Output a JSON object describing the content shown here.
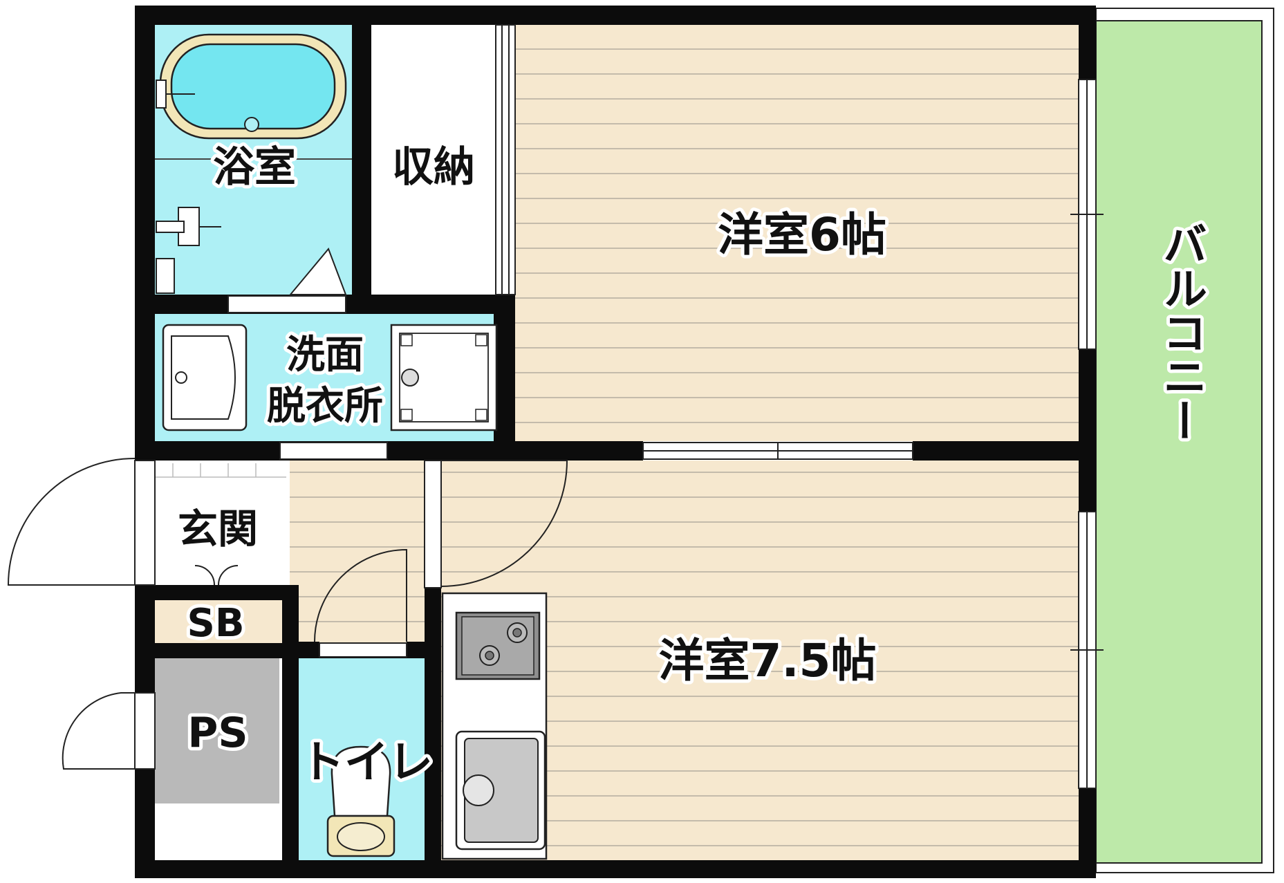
{
  "colors": {
    "wall": "#0c0c0c",
    "wood_floor": "#f6e8cf",
    "water_area": "#aef0f5",
    "balcony": "#bde9a9",
    "ps_fill": "#b9b9b9",
    "white": "#ffffff"
  },
  "rooms": {
    "bathroom": "浴室",
    "storage": "収納",
    "western_room_1": "洋室6帖",
    "washroom_line1": "洗面",
    "washroom_line2": "脱衣所",
    "entrance": "玄関",
    "shoe_box": "SB",
    "pipe_space": "PS",
    "toilet": "トイレ",
    "western_room_2": "洋室7.5帖",
    "balcony": "バルコニー"
  },
  "icons": [
    "bathtub-icon",
    "shower-faucet-icon",
    "washbasin-icon",
    "washing-machine-pan-icon",
    "gas-stove-icon",
    "kitchen-sink-icon",
    "toilet-icon"
  ]
}
